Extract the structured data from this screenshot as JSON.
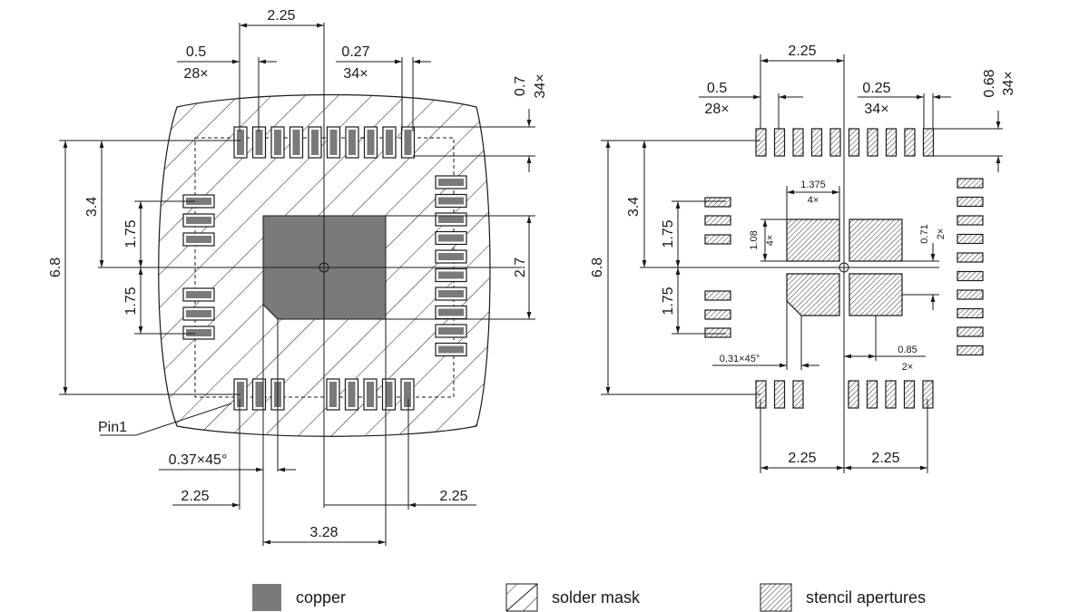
{
  "left_view": {
    "top_span": "2.25",
    "top_pitch": "0.5",
    "top_pitch_count": "28×",
    "top_width": "0.27",
    "top_width_count": "34×",
    "pad_length": "0.7",
    "pad_length_count": "34×",
    "half_height": "3.4",
    "full_height": "6.8",
    "upper_group": "1.75",
    "lower_group": "1.75",
    "thermal_height": "2.7",
    "pin1_label": "Pin1",
    "chamfer": "0.37×45°",
    "bottom_left": "2.25",
    "bottom_right": "2.25",
    "thermal_width": "3.28"
  },
  "right_view": {
    "top_span": "2.25",
    "top_pitch": "0.5",
    "top_pitch_count": "28×",
    "top_width": "0.25",
    "top_width_count": "34×",
    "pad_length": "0.68",
    "pad_length_count": "34×",
    "half_height": "3.4",
    "full_height": "6.8",
    "upper_group": "1.75",
    "lower_group": "1.75",
    "aperture_width": "1.375",
    "aperture_width_count": "4×",
    "aperture_height": "1.08",
    "aperture_height_count": "4×",
    "aperture_gap": "0.71",
    "aperture_gap_count": "2×",
    "chamfer": "0.31×45°",
    "aperture_pitch": "0.85",
    "aperture_pitch_count": "2×",
    "bottom_left": "2.25",
    "bottom_right": "2.25"
  },
  "legend": {
    "copper": "copper",
    "solder_mask": "solder mask",
    "stencil": "stencil apertures"
  }
}
